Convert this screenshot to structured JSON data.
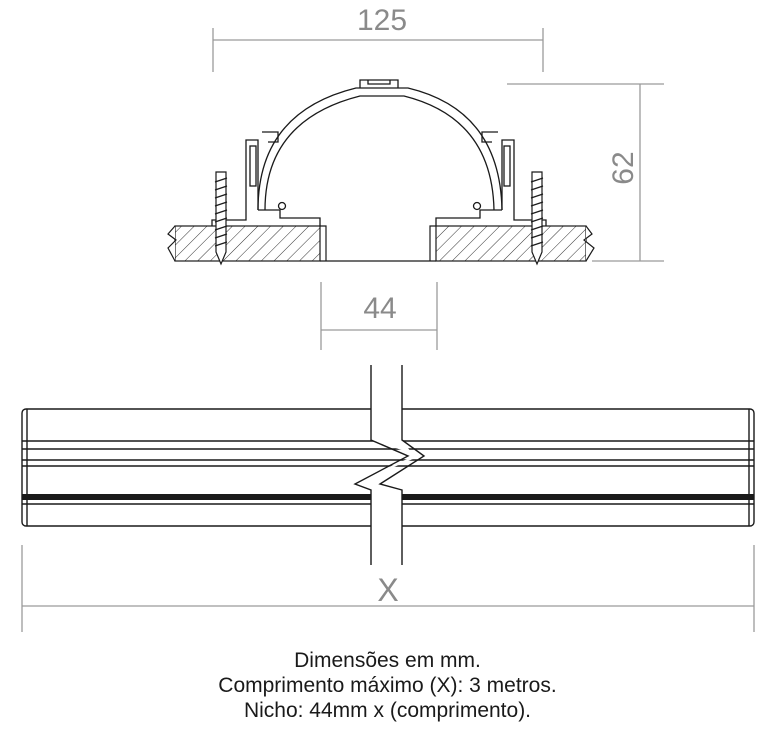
{
  "dimensions": {
    "width_label": "125",
    "height_label": "62",
    "niche_label": "44",
    "length_label": "X"
  },
  "notes": [
    "Dimensões em mm.",
    "Comprimento máximo (X): 3 metros.",
    "Nicho: 44mm x (comprimento)."
  ],
  "colors": {
    "line": "#1a1a1a",
    "dimension": "#9a9a9a"
  }
}
